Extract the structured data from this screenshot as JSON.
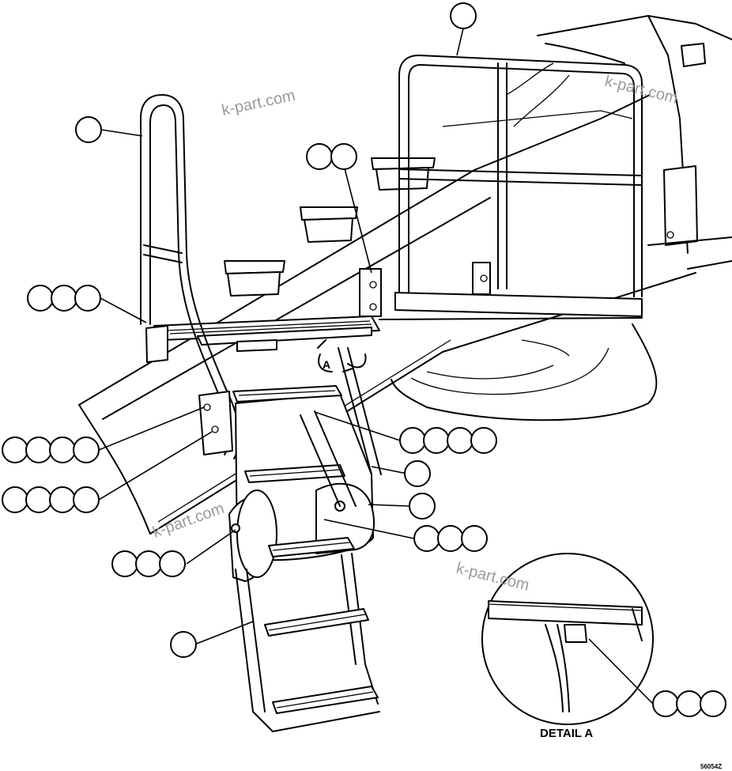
{
  "watermarks": [
    "k-part.com",
    "k-part.com",
    "k-part.com",
    "k-part.com"
  ],
  "view_label": "A",
  "detail_label": "DETAIL A",
  "drawing_number": "56054Z"
}
